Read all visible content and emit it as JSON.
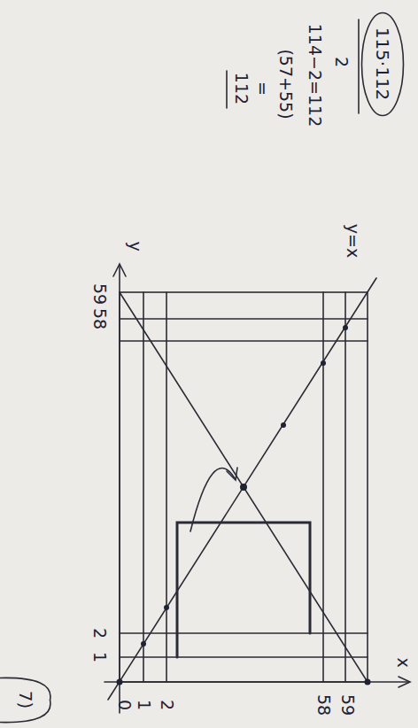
{
  "diagram": {
    "nodes": [
      {
        "text": [
          "115·112"
        ]
      },
      {
        "text": [
          "7)"
        ]
      }
    ],
    "labels": [
      "2",
      "114−2=112",
      "(57+55)",
      "=",
      "112",
      "y=x",
      "x",
      "y",
      "59",
      "58",
      "2",
      "1",
      "0",
      "1",
      "2",
      "58",
      "59"
    ]
  }
}
